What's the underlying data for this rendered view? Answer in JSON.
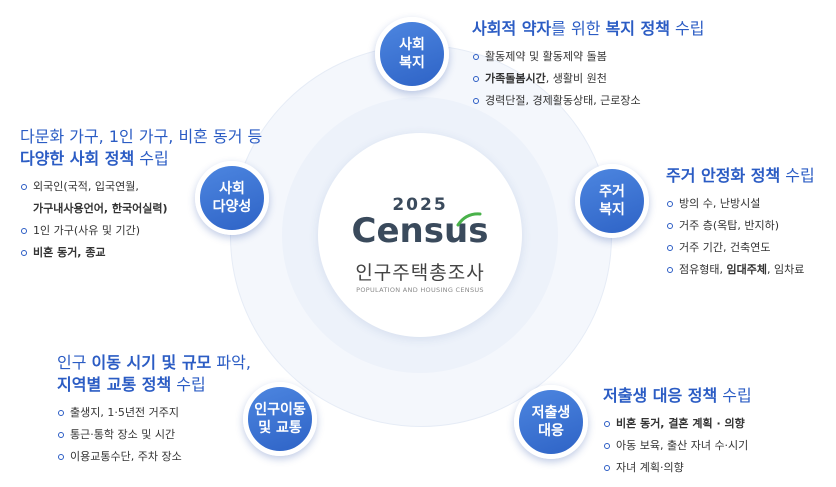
{
  "center": {
    "year": "2025",
    "wordmark": "Census",
    "title_kr": "인구주택총조사",
    "title_en": "POPULATION AND HOUSING CENSUS"
  },
  "nodes": {
    "welfare": "사회\n복지",
    "housing": "주거\n복지",
    "lowbirth": "저출생\n대응",
    "migration": "인구이동\n및 교통",
    "diversity": "사회\n다양성"
  },
  "welfare": {
    "title": {
      "a": "사회적 약자",
      "b": "를 위한 ",
      "c": "복지 정책",
      "d": " 수립"
    },
    "items": {
      "i1": "활동제약 및 활동제약 돌봄",
      "i2a": "가족돌봄시간",
      "i2b": ", 생활비 원천",
      "i3": "경력단절, 경제활동상태, 근로장소"
    }
  },
  "housing": {
    "title": {
      "a": "주거 안정화 정책",
      "b": " 수립"
    },
    "items": {
      "i1": "방의 수, 난방시설",
      "i2": "거주 층(옥탑, 반지하)",
      "i3": "거주 기간, 건축연도",
      "i4a": "점유형태, ",
      "i4b": "임대주체",
      "i4c": ", 임차료"
    }
  },
  "lowbirth": {
    "title": {
      "a": "저출생 대응 정책",
      "b": " 수립"
    },
    "items": {
      "i1": "비혼 동거, 결혼 계획 · 의향",
      "i2": "아동 보육, 출산 자녀 수·시기",
      "i3": "자녀 계획·의향"
    }
  },
  "migration": {
    "title": {
      "a": "인구 ",
      "b": "이동 시기 및 규모",
      "c": " 파악,",
      "d": "지역별 교통 정책",
      "e": " 수립"
    },
    "items": {
      "i1": "출생지, 1·5년전 거주지",
      "i2": "통근·통학 장소 및 시간",
      "i3": "이용교통수단, 주차 장소"
    }
  },
  "diversity": {
    "title": {
      "a": "다문화 가구, 1인 가구, 비혼 동거 등",
      "b": "다양한 사회 정책",
      "c": " 수립"
    },
    "items": {
      "i1a": "외국인(국적, 입국연월,",
      "i1b": "가구내사용언어, 한국어실력)",
      "i2": "1인 가구(사유 및 기간)",
      "i3": "비혼 동거, 종교"
    }
  },
  "colors": {
    "accent": "#2b5cc4",
    "node": "#3a70d3",
    "text": "#333333"
  }
}
